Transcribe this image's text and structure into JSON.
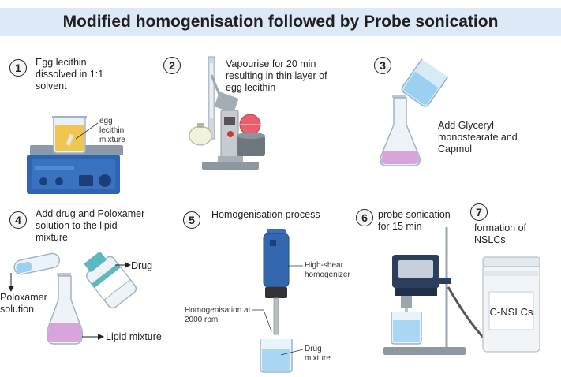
{
  "title": "Modified homogenisation followed by Probe sonication",
  "steps": [
    {
      "number": "1",
      "text": "Egg lecithin dissolved in 1:1 solvent"
    },
    {
      "number": "2",
      "text": "Vapourise for 20 min resulting in thin layer of egg lecithin"
    },
    {
      "number": "3",
      "text": "Add Glyceryl monostearate and Capmul"
    },
    {
      "number": "4",
      "text": "Add drug and Poloxamer solution to the lipid mixture"
    },
    {
      "number": "5",
      "text": "Homogenisation process"
    },
    {
      "number": "6",
      "text": "probe sonication for 15 min"
    },
    {
      "number": "7",
      "text": "formation of NSLCs"
    }
  ],
  "labels": {
    "egg_lecithin_mixture": "egg lecithin mixture",
    "drug": "Drug",
    "poloxamer_solution": "Poloxamer solution",
    "lipid_mixture": "Lipid mixture",
    "high_shear_homogenizer": "High-shear homogenizer",
    "homogenisation_speed": "Homogenisation at 2000 rpm",
    "drug_mixture": "Drug mixture",
    "c_nslcs": "C-NSLCs"
  }
}
